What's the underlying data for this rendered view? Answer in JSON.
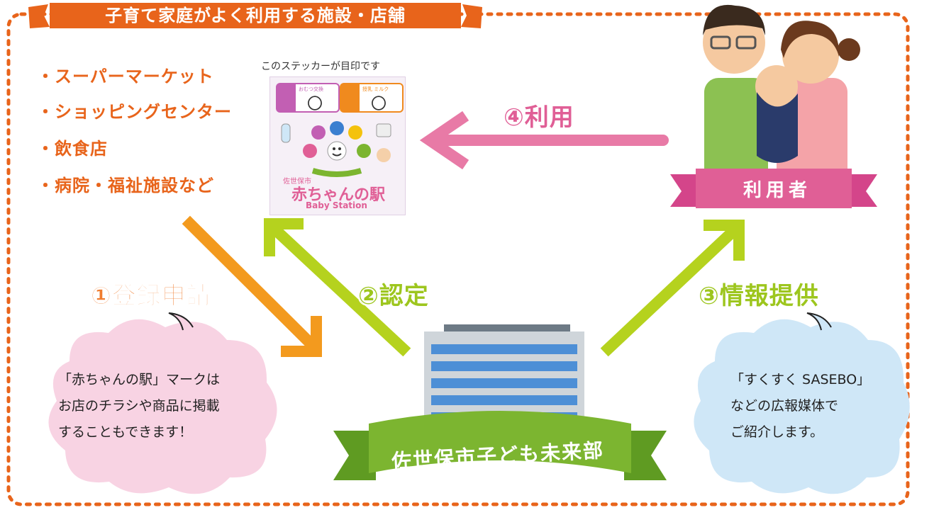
{
  "header": {
    "title": "子育て家庭がよく利用する施設・店舗"
  },
  "facilities": [
    "・スーパーマーケット",
    "・ショッピングセンター",
    "・飲食店",
    "・病院・福祉施設など"
  ],
  "sticker": {
    "caption": "このステッカーが目印です",
    "diaper_label": "おむつ交換",
    "milk_label": "授乳 ミルク",
    "mark_1": "〇",
    "mark_2": "〇",
    "city": "佐世保市",
    "title": "赤ちゃんの駅",
    "subtitle": "Baby Station"
  },
  "steps": {
    "step1": "①登録申請",
    "step2": "②認定",
    "step3": "③情報提供",
    "step4": "④利用"
  },
  "clouds": {
    "left": [
      "「赤ちゃんの駅」マークは",
      "お店のチラシや商品に掲載",
      "することもできます！"
    ],
    "right": [
      "「すくすく SASEBO」",
      "などの広報媒体で",
      "ご紹介します。"
    ]
  },
  "ribbons": {
    "user": "利用者",
    "dept": "佐世保市子ども未来部"
  },
  "colors": {
    "orange": "#e8641b",
    "pink": "#e05f96",
    "green": "#7cb530",
    "lime": "#b5d21e",
    "cloud_pink": "#f8d3e3",
    "cloud_blue": "#cfe7f7"
  }
}
